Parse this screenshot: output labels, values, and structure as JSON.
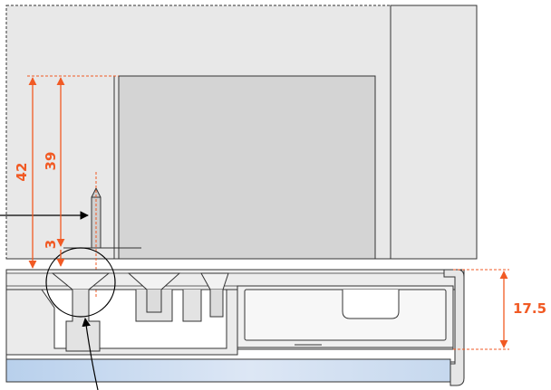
{
  "dimensions": {
    "overall_height": "42",
    "inner_height": "39",
    "offset": "3",
    "rail_height": "17.5"
  },
  "colors": {
    "dimension": "#f15a24",
    "cabinet_fill": "#e8e8e8",
    "panel_fill": "#d4d4d4",
    "outline": "#333333",
    "glass_top": "#bcd4ee",
    "glass_bottom": "#e6eef8",
    "leader": "#000000"
  }
}
